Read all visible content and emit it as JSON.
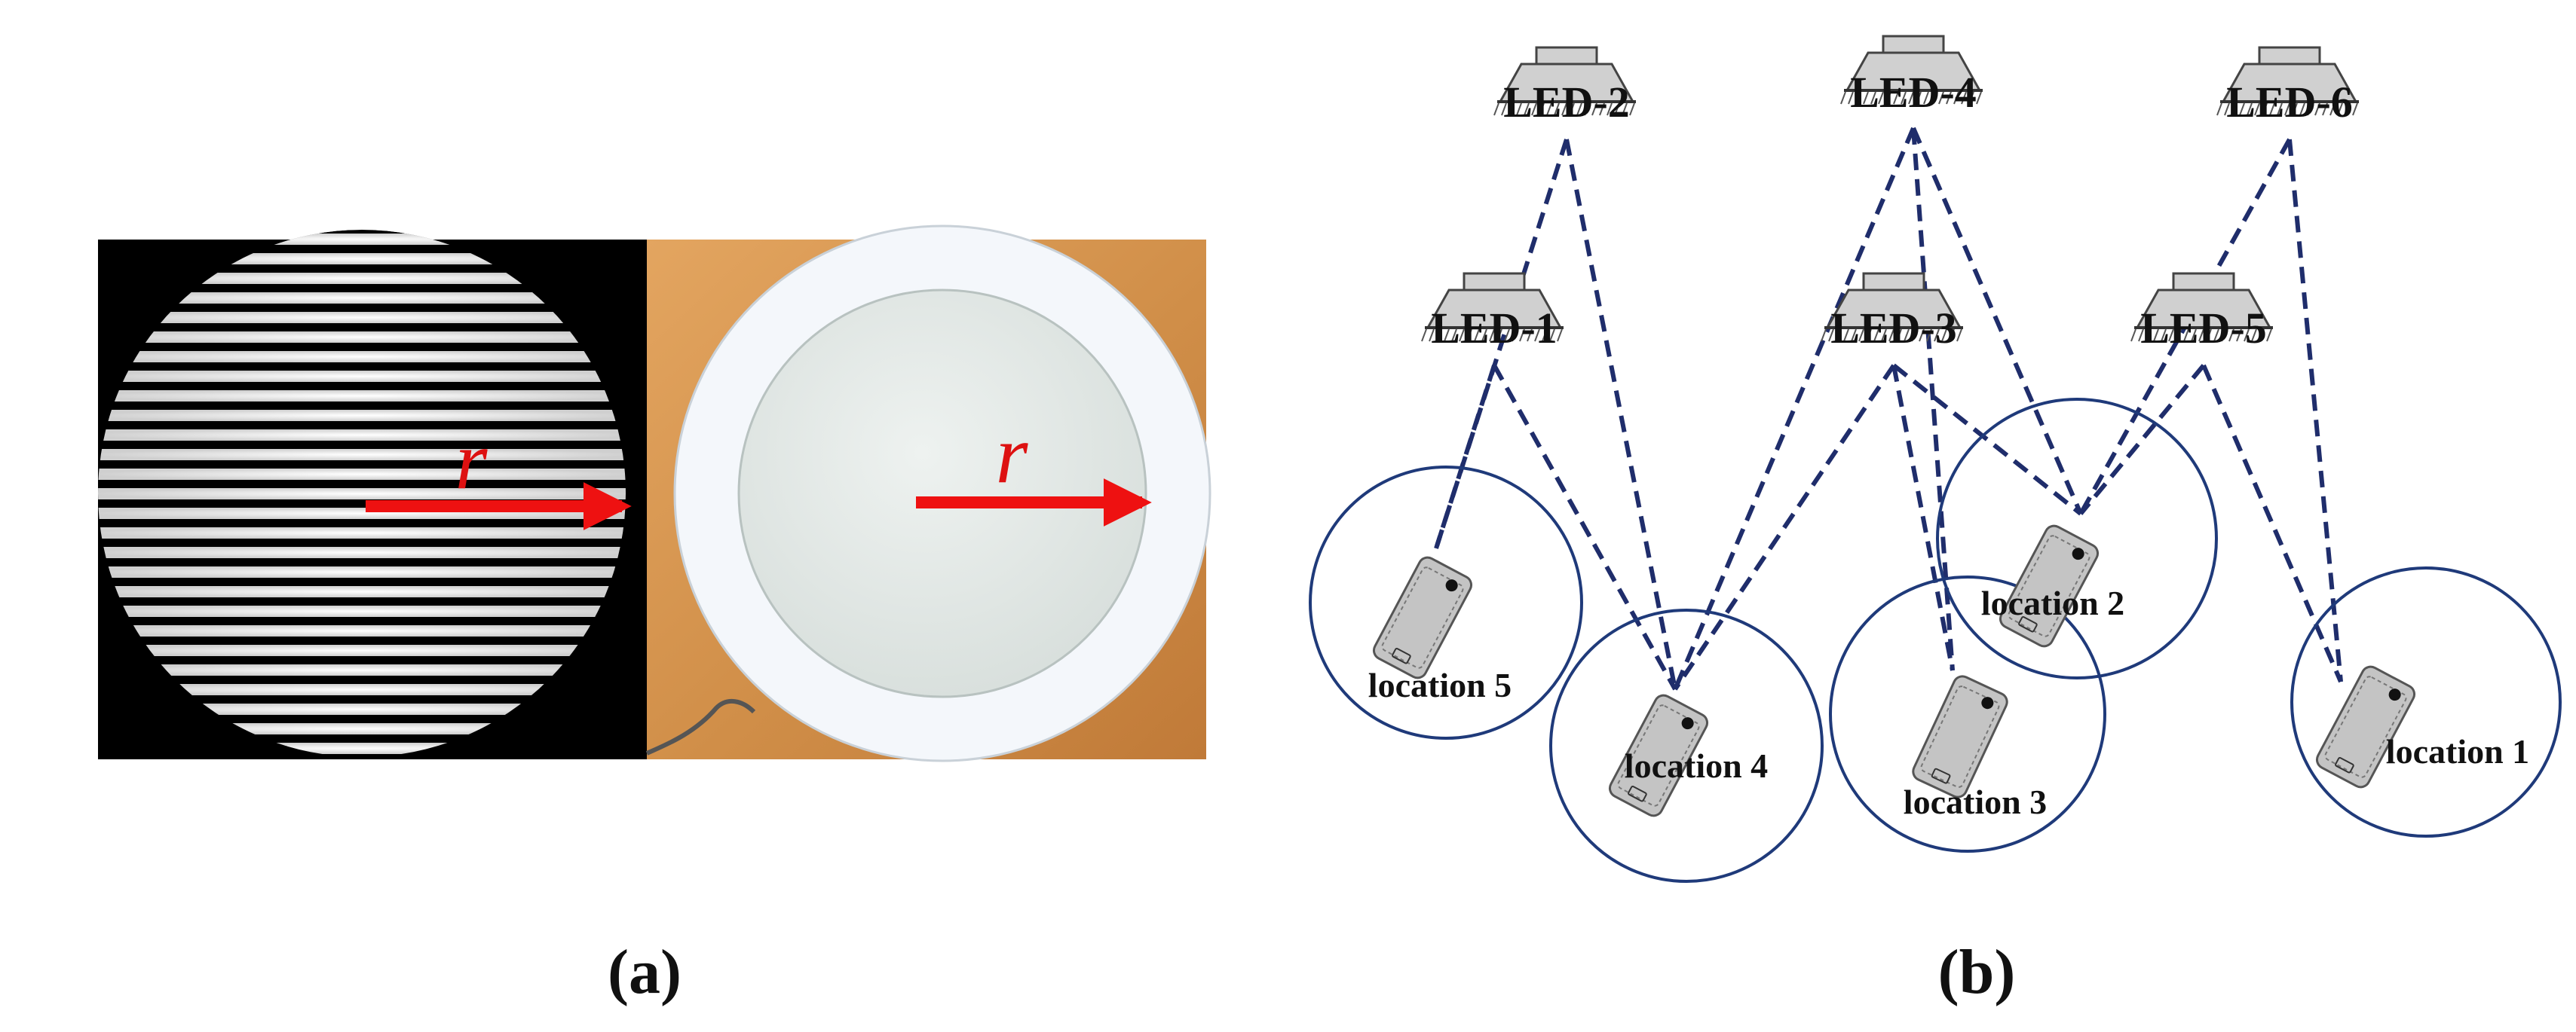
{
  "panel_a": {
    "label": "(a)",
    "radius_symbol": "r",
    "colors": {
      "arrow": "#ee1111",
      "background_left": "#000000",
      "wood": "#d4924a",
      "rim": "#f4f7fb",
      "diffuser": "#e6ece9"
    }
  },
  "panel_b": {
    "label": "(b)",
    "leds": [
      {
        "id": "led-1",
        "label": "LED-1"
      },
      {
        "id": "led-2",
        "label": "LED-2"
      },
      {
        "id": "led-3",
        "label": "LED-3"
      },
      {
        "id": "led-4",
        "label": "LED-4"
      },
      {
        "id": "led-5",
        "label": "LED-5"
      },
      {
        "id": "led-6",
        "label": "LED-6"
      }
    ],
    "locations": [
      {
        "id": "location-1",
        "label": "location 1"
      },
      {
        "id": "location-2",
        "label": "location 2"
      },
      {
        "id": "location-3",
        "label": "location 3"
      },
      {
        "id": "location-4",
        "label": "location 4"
      },
      {
        "id": "location-5",
        "label": "location 5"
      }
    ],
    "links": [
      {
        "from": "LED-1",
        "to": "location 5"
      },
      {
        "from": "LED-1",
        "to": "location 4"
      },
      {
        "from": "LED-2",
        "to": "location 5"
      },
      {
        "from": "LED-2",
        "to": "location 4"
      },
      {
        "from": "LED-3",
        "to": "location 4"
      },
      {
        "from": "LED-3",
        "to": "location 3"
      },
      {
        "from": "LED-3",
        "to": "location 2"
      },
      {
        "from": "LED-4",
        "to": "location 4"
      },
      {
        "from": "LED-4",
        "to": "location 3"
      },
      {
        "from": "LED-4",
        "to": "location 2"
      },
      {
        "from": "LED-5",
        "to": "location 2"
      },
      {
        "from": "LED-5",
        "to": "location 1"
      },
      {
        "from": "LED-6",
        "to": "location 2"
      },
      {
        "from": "LED-6",
        "to": "location 1"
      }
    ],
    "colors": {
      "link": "#1f2d6b",
      "circle": "#1f3a7a",
      "fixture": "#d0d0d0",
      "phone": "#c4c4c4"
    }
  }
}
